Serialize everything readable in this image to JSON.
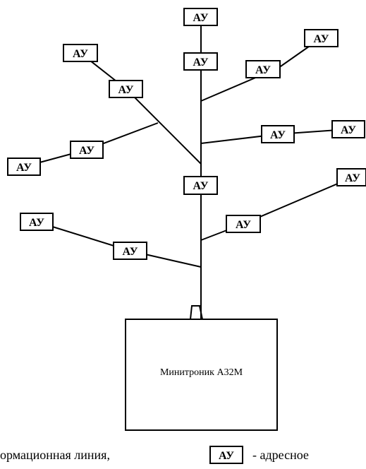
{
  "device_label": "АУ",
  "controller_label": "Минитроник А32М",
  "caption": {
    "left": "ормационная линия,",
    "legend_label": "АУ",
    "right": "- адресное"
  }
}
